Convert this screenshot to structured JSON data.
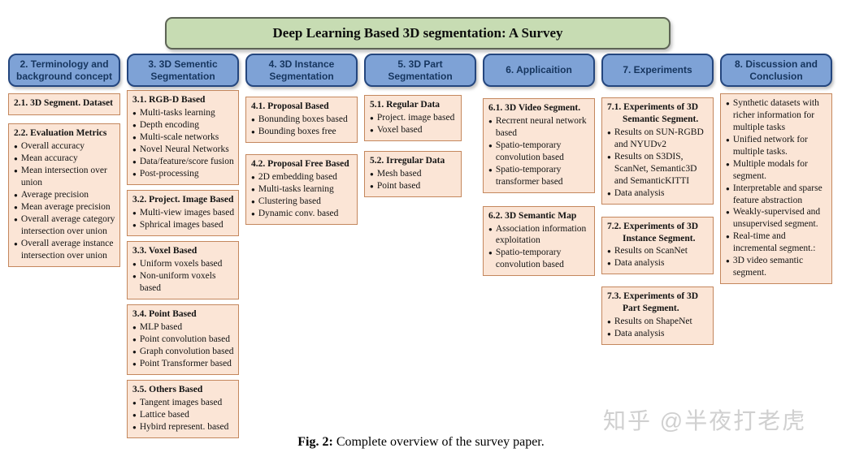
{
  "title": "Deep Learning Based 3D segmentation: A Survey",
  "caption": {
    "prefix": "Fig. 2:",
    "text": "Complete overview of the survey paper."
  },
  "watermark": "知乎 @半夜打老虎",
  "colors": {
    "title_fill": "#c7dcb3",
    "title_border": "#5d6455",
    "header_fill": "#7ea2d6",
    "header_border": "#24467e",
    "header_text": "#16355e",
    "box_fill": "#fbe5d6",
    "box_border": "#c4875d"
  },
  "columns": [
    {
      "header": "2. Terminology and background concept",
      "boxes": [
        {
          "title": "2.1. 3D Segment. Dataset",
          "items": []
        },
        {
          "title": "2.2. Evaluation Metrics",
          "items": [
            "Overall accuracy",
            "Mean accuracy",
            "Mean intersection over union",
            "Average precision",
            "Mean average precision",
            "Overall average category intersection over union",
            "Overall average instance intersection over union"
          ]
        }
      ]
    },
    {
      "header": "3. 3D Sementic Segmentation",
      "boxes": [
        {
          "title": "3.1. RGB-D Based",
          "items": [
            "Multi-tasks learning",
            "Depth encoding",
            "Multi-scale networks",
            "Novel Neural Networks",
            "Data/feature/score fusion",
            "Post-processing"
          ]
        },
        {
          "title": "3.2. Project. Image Based",
          "items": [
            "Multi-view images based",
            "Sphrical images based"
          ]
        },
        {
          "title": "3.3. Voxel Based",
          "items": [
            "Uniform voxels based",
            "Non-uniform voxels based"
          ]
        },
        {
          "title": "3.4. Point Based",
          "items": [
            "MLP based",
            "Point convolution based",
            "Graph convolution based",
            "Point Transformer based"
          ]
        },
        {
          "title": "3.5. Others Based",
          "items": [
            "Tangent images based",
            "Lattice based",
            "Hybird represent. based"
          ]
        }
      ]
    },
    {
      "header": "4. 3D Instance Segmentation",
      "boxes": [
        {
          "title": "4.1. Proposal Based",
          "items": [
            "Bonunding boxes based",
            "Bounding boxes free"
          ]
        },
        {
          "title": "4.2. Proposal Free Based",
          "items": [
            "2D embedding based",
            "Multi-tasks learning",
            "Clustering based",
            "Dynamic conv. based"
          ]
        }
      ]
    },
    {
      "header": "5. 3D Part Segmentation",
      "boxes": [
        {
          "title": "5.1. Regular Data",
          "items": [
            "Project. image based",
            "Voxel based"
          ]
        },
        {
          "title": "5.2. Irregular Data",
          "items": [
            "Mesh based",
            "Point based"
          ]
        }
      ]
    },
    {
      "header": "6. Applicaition",
      "boxes": [
        {
          "title": "6.1. 3D Video Segment.",
          "items": [
            "Recrrent neural network based",
            "Spatio-temporary convolution based",
            "Spatio-temporary transformer based"
          ]
        },
        {
          "title": "6.2. 3D Semantic Map",
          "items": [
            "Association information exploitation",
            "Spatio-temporary convolution based"
          ]
        }
      ]
    },
    {
      "header": "7. Experiments",
      "boxes": [
        {
          "title": "7.1. Experiments of 3D Semantic Segment.",
          "items": [
            "Results on SUN-RGBD and NYUDv2",
            "Results on S3DIS, ScanNet, Semantic3D and SemanticKITTI",
            "Data analysis"
          ]
        },
        {
          "title": "7.2. Experiments of 3D Instance Segment.",
          "items": [
            "Results on ScanNet",
            "Data analysis"
          ]
        },
        {
          "title": "7.3. Experiments of 3D Part Segment.",
          "items": [
            "Results on ShapeNet",
            "Data analysis"
          ]
        }
      ]
    },
    {
      "header": "8. Discussion and Conclusion",
      "boxes": [
        {
          "title": "",
          "items": [
            "Synthetic datasets with richer information for multiple tasks",
            "Unified network for multiple tasks.",
            "Multiple modals for segment.",
            "Interpretable and sparse feature abstraction",
            "Weakly-supervised and unsupervised  segment.",
            "Real-time and incremental segment.:",
            "3D video semantic segment."
          ]
        }
      ]
    }
  ]
}
